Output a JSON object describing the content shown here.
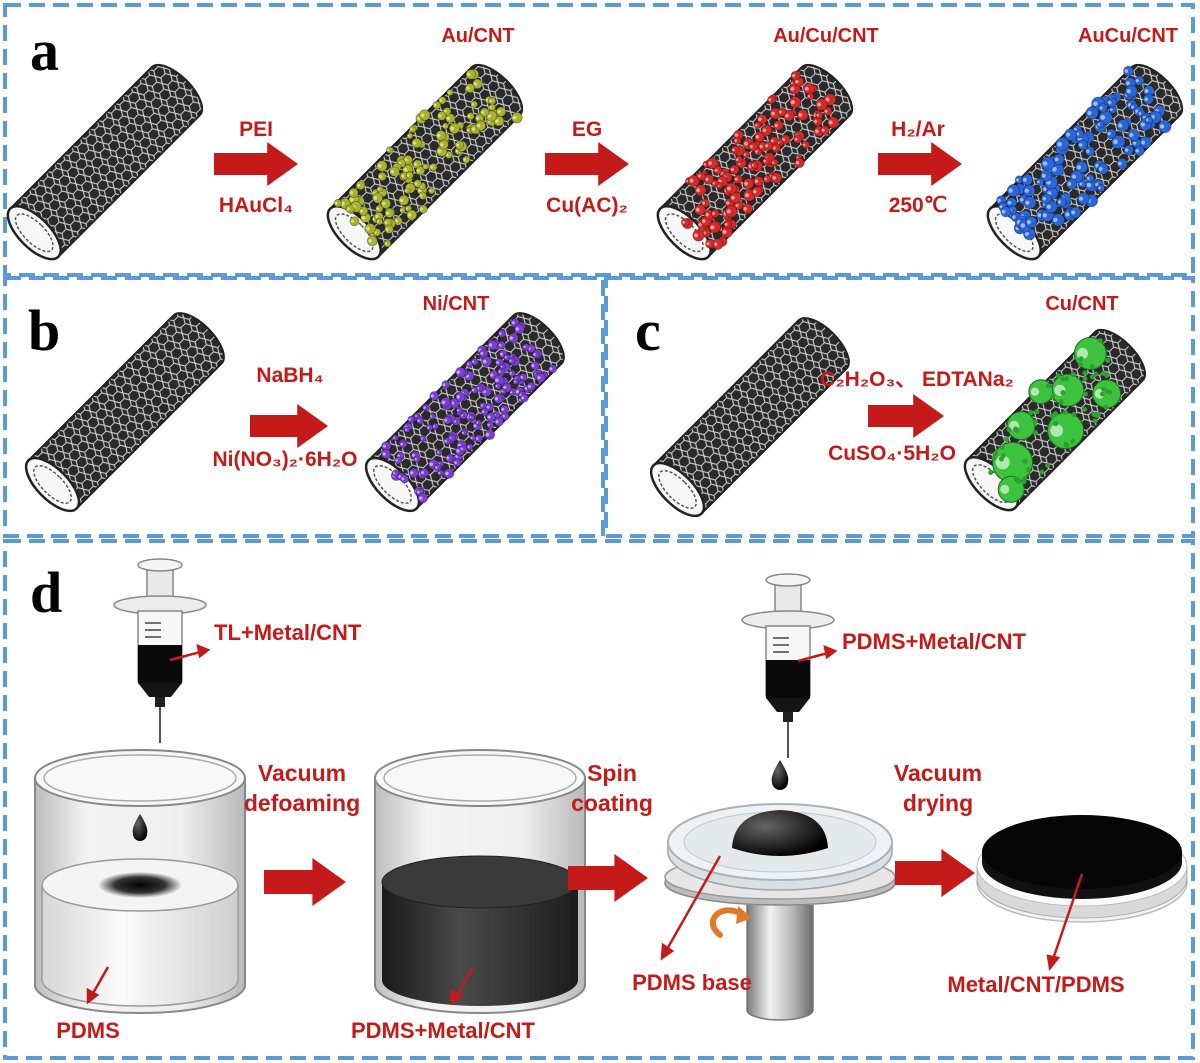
{
  "colors": {
    "border": "#5b9bd5",
    "text": "#c41a1a",
    "arrow": "#c41a1a",
    "cnt": "#222222",
    "au_particle": "#a8b22a",
    "cu_red_particle": "#d42a2a",
    "aucu_particle": "#2a66d6",
    "ni_particle": "#7a3fd0",
    "cu_particle": "#3cc23c"
  },
  "panel_a": {
    "letter": "a",
    "products": [
      "Au/CNT",
      "Au/Cu/CNT",
      "AuCu/CNT"
    ],
    "steps": [
      {
        "top": "PEI",
        "bottom": "HAuCl₄"
      },
      {
        "top": "EG",
        "bottom": "Cu(AC)₂"
      },
      {
        "top": "H₂/Ar",
        "bottom": "250℃"
      }
    ]
  },
  "panel_b": {
    "letter": "b",
    "product": "Ni/CNT",
    "step": {
      "top": "NaBH₄",
      "bottom": "Ni(NO₃)₂·6H₂O"
    }
  },
  "panel_c": {
    "letter": "c",
    "product": "Cu/CNT",
    "step": {
      "top": "C₂H₂O₃、 EDTANa₂",
      "bottom": "CuSO₄·5H₂O"
    }
  },
  "panel_d": {
    "letter": "d",
    "syringe1_label": "TL+Metal/CNT",
    "syringe2_label": "PDMS+Metal/CNT",
    "step1": {
      "line1": "Vacuum",
      "line2": "defoaming"
    },
    "step2": {
      "line1": "Spin",
      "line2": "coating"
    },
    "step3": {
      "line1": "Vacuum",
      "line2": "drying"
    },
    "beaker1_label": "PDMS",
    "beaker2_label": "PDMS+Metal/CNT",
    "spin_label": "PDMS base",
    "film_label": "Metal/CNT/PDMS"
  }
}
